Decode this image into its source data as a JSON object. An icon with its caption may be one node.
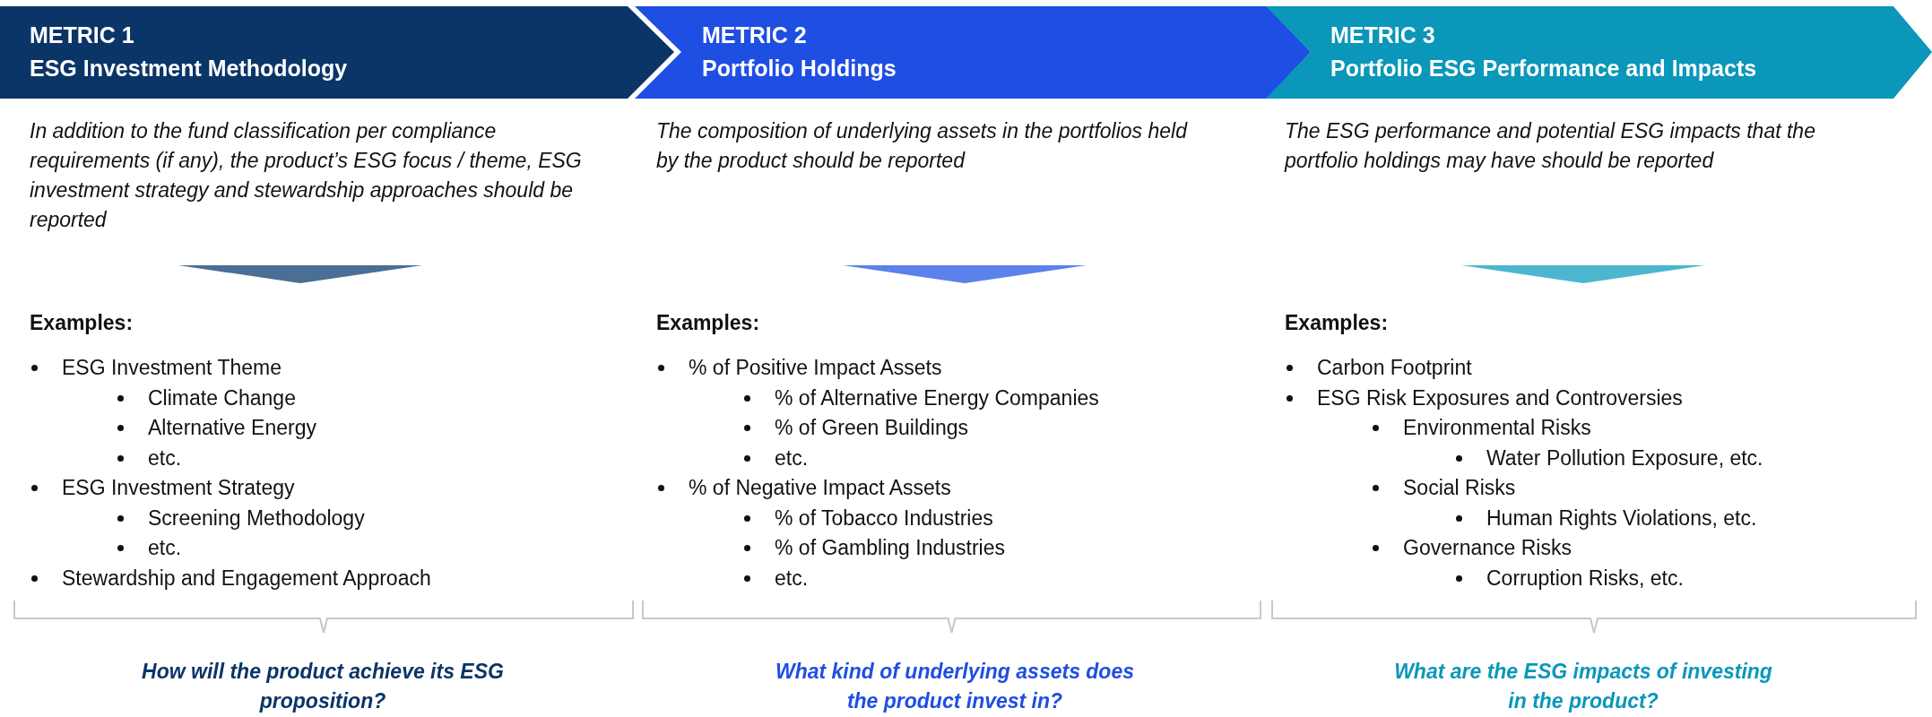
{
  "diagram": {
    "nodes": [
      {
        "text": [
          "METRIC 1",
          "ESG Investment Methodology"
        ]
      },
      {
        "text": [
          "METRIC 2",
          "Portfolio Holdings"
        ]
      },
      {
        "text": [
          "METRIC 3",
          "Portfolio ESG Performance and Impacts"
        ]
      }
    ],
    "labels": [
      "In addition to the fund classification per compliance requirements (if any), the product’s ESG focus / theme, ESG investment strategy and stewardship approaches should be reported",
      "Examples:",
      "ESG Investment Theme",
      "Climate Change",
      "Alternative Energy",
      "etc.",
      "ESG Investment Strategy",
      "Screening Methodology",
      "etc.",
      "Stewardship and Engagement Approach",
      "How will the product achieve its ESG proposition?",
      "The composition of underlying assets in the portfolios held by the product should be reported",
      "Examples:",
      "% of Positive Impact Assets",
      "% of Alternative Energy Companies",
      "% of Green Buildings",
      "etc.",
      "% of Negative Impact Assets",
      "% of Tobacco Industries",
      "% of Gambling Industries",
      "etc.",
      "What kind of underlying assets does the product invest in?",
      "The ESG performance and potential ESG impacts that the portfolio holdings may have should be reported",
      "Examples:",
      "Carbon Footprint",
      "ESG Risk Exposures and Controversies",
      "Environmental Risks",
      "Water Pollution Exposure, etc.",
      "Social Risks",
      "Human Rights Violations, etc.",
      "Governance Risks",
      "Corruption Risks, etc.",
      "What are the ESG impacts of investing in the product?"
    ]
  }
}
